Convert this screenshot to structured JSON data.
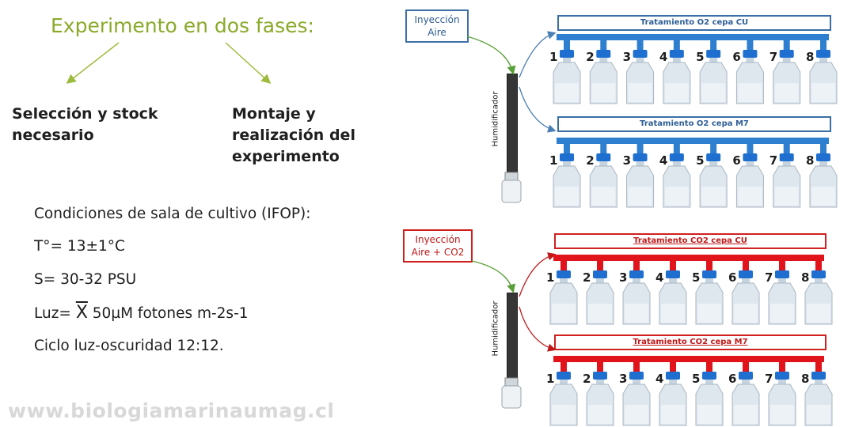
{
  "left": {
    "title": "Experimento en dos fases:",
    "phase1": [
      "Selección y stock",
      "necesario"
    ],
    "phase2": [
      "Montaje y",
      "realización del",
      "experimento"
    ],
    "conditions": {
      "heading": "Condiciones de sala de cultivo (IFOP):",
      "temp": "T°= 13±1°C",
      "salinity": "S= 30-32 PSU",
      "light_prefix": "Luz=",
      "light_symbol": "X",
      "light_value": "50µM fotones m-2s-1",
      "cycle": "Ciclo luz-oscuridad 12:12."
    }
  },
  "watermark": "www.biologiamarinaumag.cl",
  "diagram": {
    "blue_color": "#2f7fd0",
    "red_color": "#e0141a",
    "top": {
      "injection": [
        "Inyección",
        "Aire"
      ],
      "humidifier": "Humidificador",
      "treatments": [
        "Tratamiento O2 cepa CU",
        "Tratamiento O2 cepa M7"
      ]
    },
    "bottom": {
      "injection": [
        "Inyección",
        "Aire + CO2"
      ],
      "humidifier": "Humidificador",
      "treatments": [
        "Tratamiento CO2 cepa CU",
        "Tratamiento CO2 cepa M7"
      ]
    },
    "flask_numbers": [
      "1",
      "2",
      "3",
      "4",
      "5",
      "6",
      "7",
      "8"
    ]
  }
}
